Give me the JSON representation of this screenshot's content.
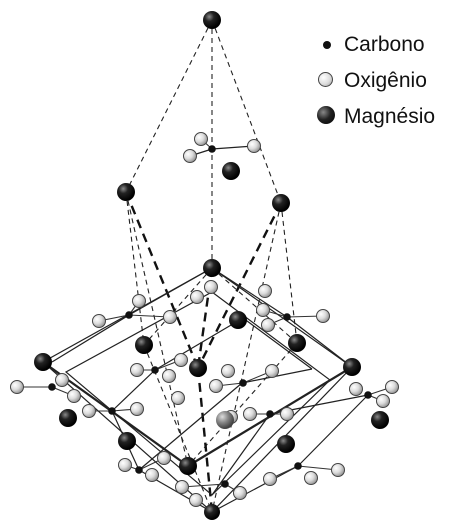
{
  "legend": {
    "carbon": "Carbono",
    "oxygen": "Oxigênio",
    "magnesium": "Magnésio"
  },
  "colors": {
    "carbon": "#111111",
    "oxygen": "#d9d9d9",
    "magnesium": "#111111",
    "bond": "#222222"
  }
}
